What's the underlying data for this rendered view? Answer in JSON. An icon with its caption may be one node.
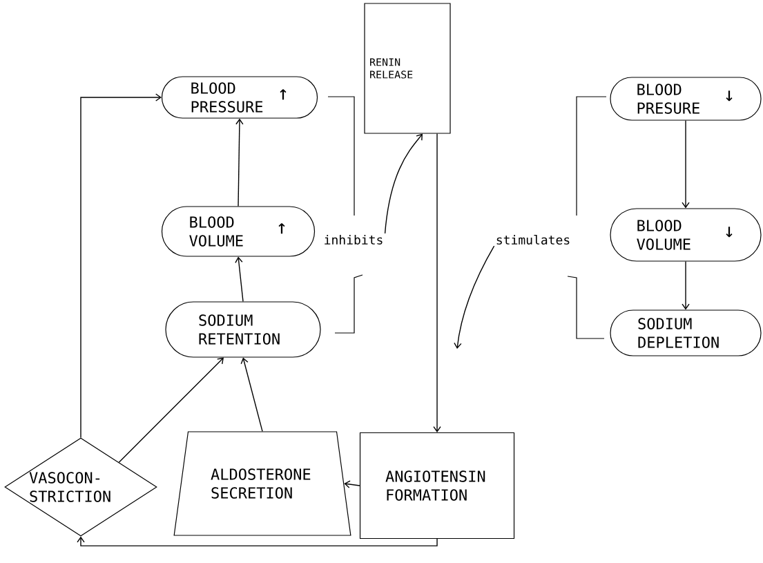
{
  "diagram": {
    "nodes": [
      {
        "text": [
          "RENIN RELEASE"
        ]
      },
      {
        "text": [
          "BLOOD PRESSURE",
          "↑"
        ]
      },
      {
        "text": [
          "BLOOD VOLUME",
          "↑"
        ]
      },
      {
        "text": [
          "SODIUM RETENTION"
        ]
      },
      {
        "text": [
          "BLOOD PRESURE",
          "↓"
        ]
      },
      {
        "text": [
          "BLOOD VOLUME",
          "↓"
        ]
      },
      {
        "text": [
          "SODIUM DEPLETION"
        ]
      },
      {
        "text": [
          "VASOCON- STRICTION"
        ]
      },
      {
        "text": [
          "ALDOSTERONE SECRETION"
        ]
      },
      {
        "text": [
          "ANGIOTENSIN FORMATION"
        ]
      },
      {
        "text": [
          "inhibits"
        ]
      },
      {
        "text": [
          "stimulates"
        ]
      }
    ],
    "edges": [
      {
        "from": 2,
        "to": 1,
        "arrow": "to"
      },
      {
        "from": 3,
        "to": 2,
        "arrow": "to"
      },
      {
        "from": 4,
        "to": 5,
        "arrow": "to"
      },
      {
        "from": 5,
        "to": 6,
        "arrow": "to"
      },
      {
        "from": 0,
        "to": 9,
        "arrow": "to"
      },
      {
        "from": 9,
        "to": 8,
        "arrow": "to"
      },
      {
        "from": 8,
        "to": 3,
        "arrow": "to"
      },
      {
        "from": 7,
        "to": 3,
        "arrow": "to"
      },
      {
        "from": 7,
        "to": 1,
        "arrow": "to"
      },
      {
        "from": 9,
        "to": 7,
        "arrow": "to"
      },
      {
        "from": 10,
        "to": 0,
        "arrow": "to"
      },
      {
        "from": 11,
        "to": null,
        "arrow": "to"
      }
    ]
  }
}
